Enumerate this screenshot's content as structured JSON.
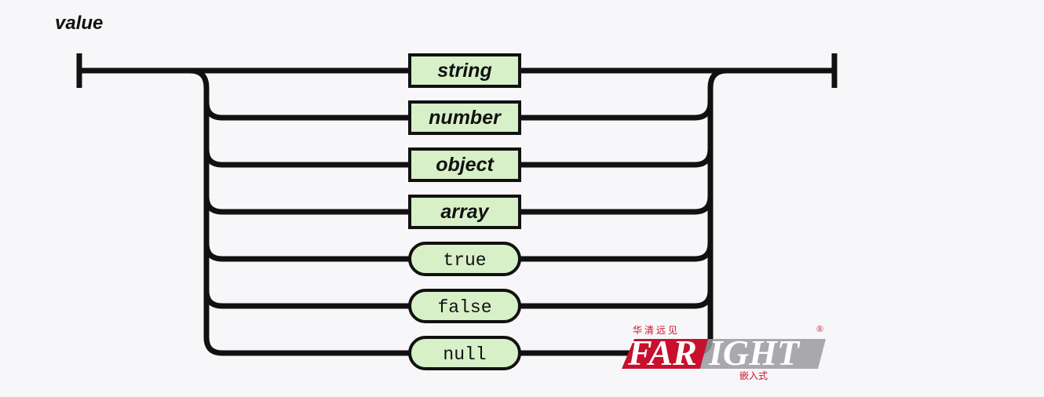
{
  "diagram": {
    "title": "value",
    "alternatives": [
      {
        "label": "string",
        "kind": "nonterminal"
      },
      {
        "label": "number",
        "kind": "nonterminal"
      },
      {
        "label": "object",
        "kind": "nonterminal"
      },
      {
        "label": "array",
        "kind": "nonterminal"
      },
      {
        "label": "true",
        "kind": "literal"
      },
      {
        "label": "false",
        "kind": "literal"
      },
      {
        "label": "null",
        "kind": "literal"
      }
    ],
    "colors": {
      "line": "#111111",
      "box_fill": "#d7f0c8",
      "box_stroke": "#111111"
    }
  },
  "watermark": {
    "text_left": "FAR",
    "text_right": "IGHT",
    "tagline_top": "华 清 远 见",
    "tagline_bottom": "嵌入式",
    "registered": "®",
    "colors": {
      "red": "#c8102e",
      "gray": "#9a9aa0"
    }
  }
}
